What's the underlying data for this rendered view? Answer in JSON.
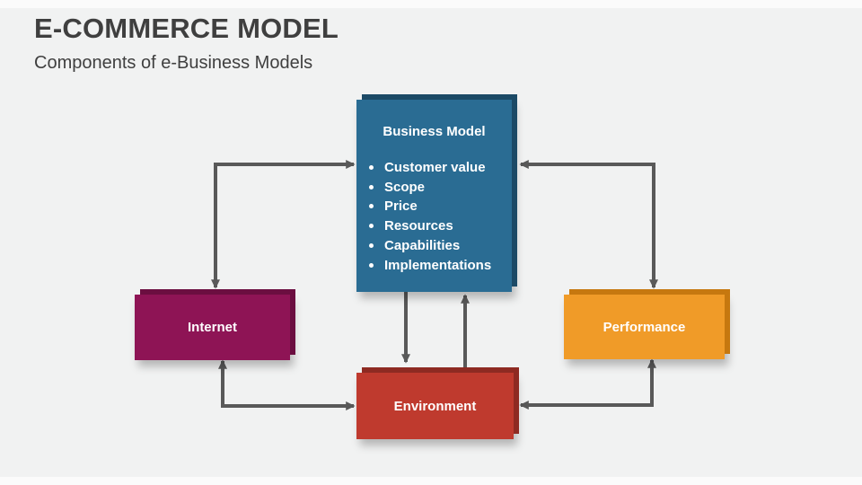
{
  "slide": {
    "title": "E-COMMERCE MODEL",
    "subtitle": "Components of e-Business Models",
    "background_color": "#f1f2f2",
    "title_color": "#3f3f3f"
  },
  "diagram": {
    "connector_color": "#595959",
    "boxes": {
      "business_model": {
        "title": "Business Model",
        "items": [
          "Customer value",
          "Scope",
          "Price",
          "Resources",
          "Capabilities",
          "Implementations"
        ],
        "color": "#2a6c93",
        "shadow_color": "#1c4a66",
        "text_color": "#ffffff"
      },
      "internet": {
        "label": "Internet",
        "color": "#8e1455",
        "shadow_color": "#6b0e40",
        "text_color": "#ffffff"
      },
      "performance": {
        "label": "Performance",
        "color": "#f09b28",
        "shadow_color": "#c6780f",
        "text_color": "#ffffff"
      },
      "environment": {
        "label": "Environment",
        "color": "#bf3a2e",
        "shadow_color": "#8e2a22",
        "text_color": "#ffffff"
      }
    }
  }
}
